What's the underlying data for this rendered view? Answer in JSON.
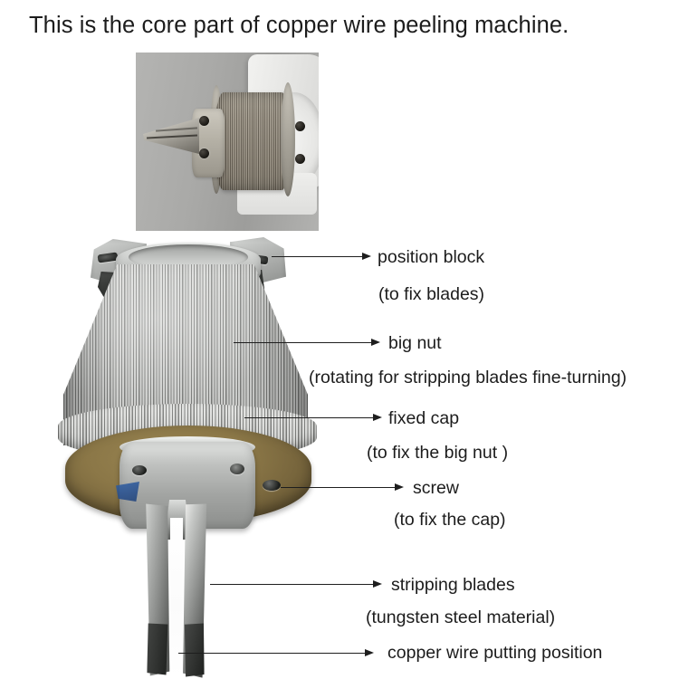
{
  "page": {
    "title": "This is the core part of copper wire peeling machine.",
    "background_color": "#ffffff",
    "text_color": "#1c1c1c"
  },
  "inset_photo": {
    "name": "close-up-photo-of-peeling-head",
    "description": "Close-up photo of the knurled peeling head mounted on the machine"
  },
  "main_photo": {
    "name": "main-photo-of-core-part",
    "description": "Large photo of the copper wire peeling machine core part with knurled big nut, brass flange and two stripping blades"
  },
  "callouts": [
    {
      "id": "position-block",
      "label": "position block",
      "sub": "(to fix blades)"
    },
    {
      "id": "big-nut",
      "label": "big nut",
      "sub": "(rotating for stripping blades fine-turning)"
    },
    {
      "id": "fixed-cap",
      "label": "fixed cap",
      "sub": "(to fix the big nut )"
    },
    {
      "id": "screw",
      "label": "screw",
      "sub": "(to fix the cap)"
    },
    {
      "id": "stripping-blades",
      "label": "stripping blades",
      "sub": "(tungsten steel material)"
    },
    {
      "id": "copper-wire-putting-position",
      "label": "copper wire putting position",
      "sub": ""
    }
  ]
}
